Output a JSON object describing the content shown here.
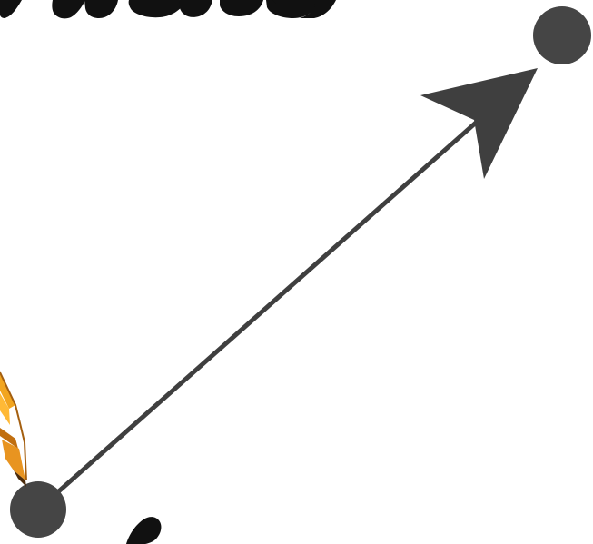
{
  "diagram": {
    "kind": "vector-arrow",
    "colors": {
      "background": "#ffffff",
      "arrow": "#3f3f3f",
      "points": "#454545",
      "title_fragment": "#111111",
      "pencil_body": "#f2a51f",
      "pencil_dark": "#a45f10"
    },
    "nodes": [
      {
        "role": "start-point",
        "icon": "filled-circle"
      },
      {
        "role": "end-point",
        "icon": "filled-circle"
      }
    ],
    "decorations": [
      {
        "role": "pencil",
        "icon": "pencil-icon"
      },
      {
        "role": "cropped-title-fragment",
        "icon": "black-script-lettering"
      },
      {
        "role": "cropped-bottom-fragment",
        "icon": "black-script-lettering"
      }
    ]
  }
}
